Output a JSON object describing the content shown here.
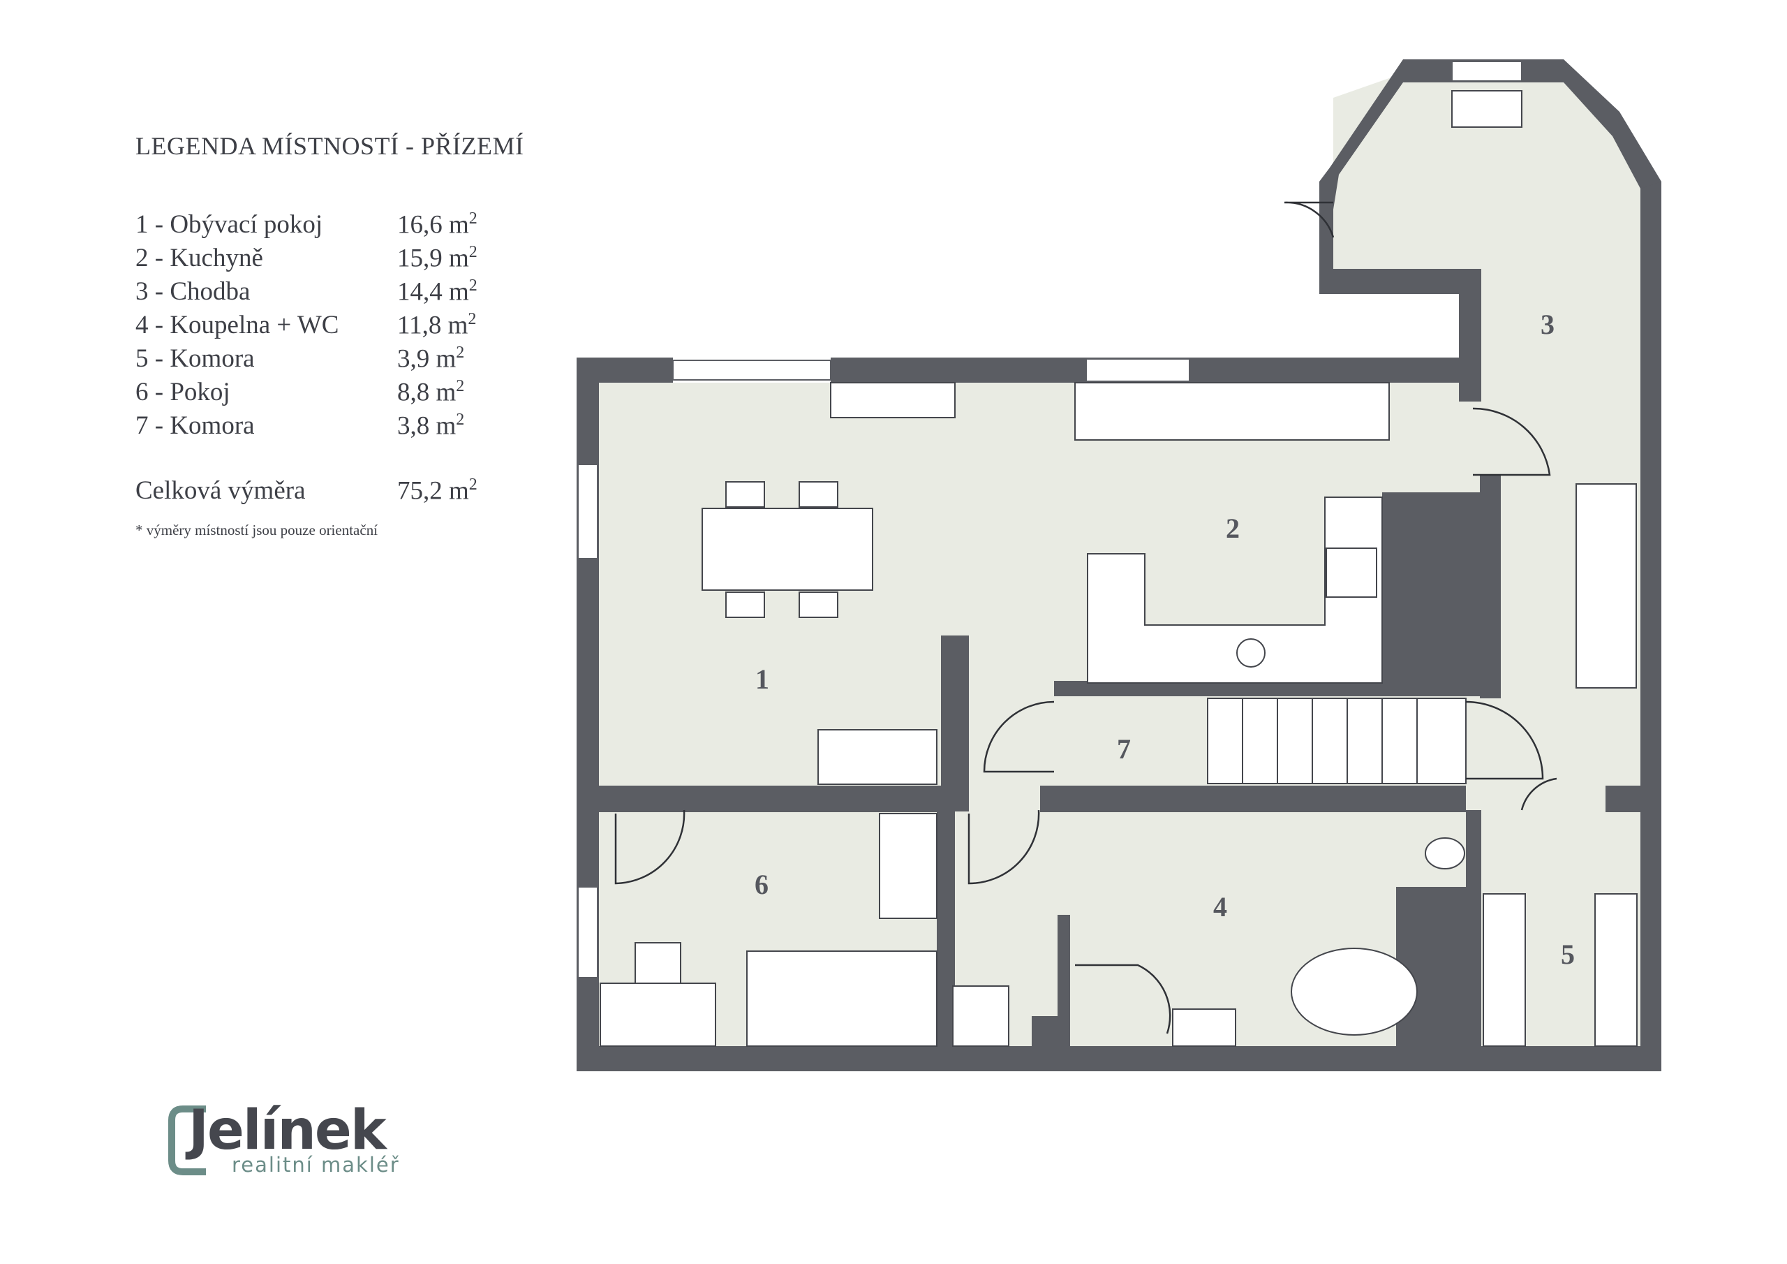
{
  "legend": {
    "title": "LEGENDA MÍSTNOSTÍ - PŘÍZEMÍ",
    "rooms": [
      {
        "name": "1 - Obývací pokoj",
        "area": "16,6 m",
        "unit_exp": "2"
      },
      {
        "name": "2 - Kuchyně",
        "area": "15,9 m",
        "unit_exp": "2"
      },
      {
        "name": "3 - Chodba",
        "area": "14,4 m",
        "unit_exp": "2"
      },
      {
        "name": "4 - Koupelna + WC",
        "area": "11,8 m",
        "unit_exp": "2"
      },
      {
        "name": "5 - Komora",
        "area": "3,9 m",
        "unit_exp": "2"
      },
      {
        "name": "6 - Pokoj",
        "area": "8,8 m",
        "unit_exp": "2"
      },
      {
        "name": "7 - Komora",
        "area": "3,8 m",
        "unit_exp": "2"
      }
    ],
    "total_label": "Celková výměra",
    "total_area": "75,2 m",
    "total_exp": "2",
    "note": "* výměry místností jsou pouze orientační"
  },
  "plan": {
    "room_numbers": [
      "1",
      "2",
      "3",
      "4",
      "5",
      "6",
      "7"
    ]
  },
  "logo": {
    "wordmark": "Jelínek",
    "tagline": "realitní makléř"
  },
  "colors": {
    "wall": "#5b5d63",
    "floor": "#e9ebe3",
    "furniture": "#ffffff",
    "text": "#3d3f46",
    "logo_accent": "#6c8d88"
  }
}
